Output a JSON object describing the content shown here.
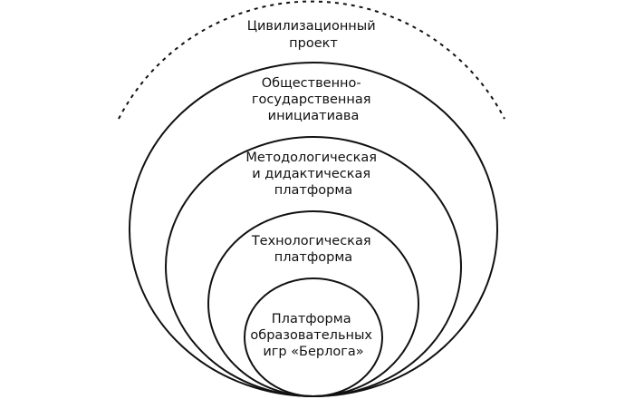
{
  "levels": [
    {
      "lines": [
        "Цивилизационный",
        "проект"
      ],
      "border": "dashed"
    },
    {
      "lines": [
        "Общественно-",
        "государственная",
        "инициатиава"
      ],
      "border": "solid"
    },
    {
      "lines": [
        "Методологическая",
        "и дидактическая",
        "платформа"
      ],
      "border": "solid"
    },
    {
      "lines": [
        "Технологическая",
        "платформа"
      ],
      "border": "solid"
    },
    {
      "lines": [
        "Платформа",
        "образовательных",
        "игр «Берлога»"
      ],
      "border": "solid"
    }
  ],
  "colors": {
    "stroke": "#111111",
    "text": "#111111",
    "background": "#ffffff"
  }
}
